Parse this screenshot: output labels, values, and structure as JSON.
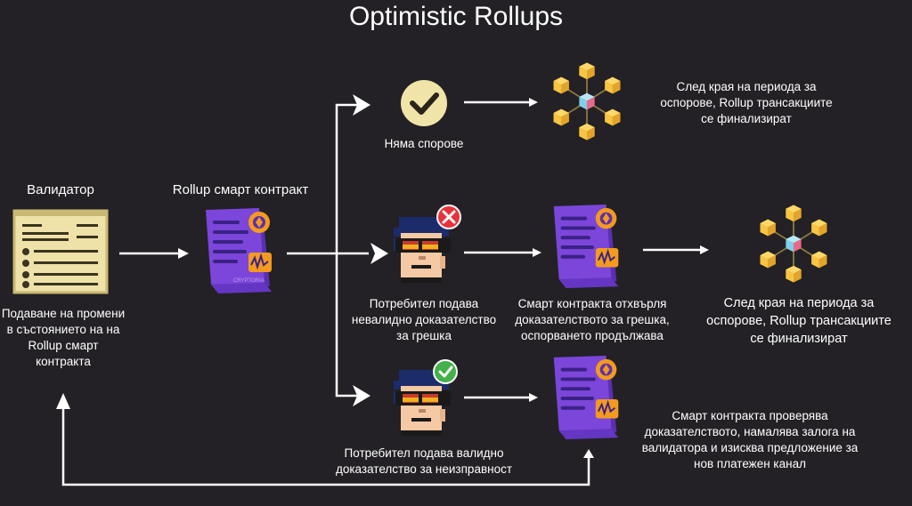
{
  "title": "Optimistic Rollups",
  "labels": {
    "validator": "Валидатор",
    "rollup_contract": "Rollup смарт контракт",
    "validator_submit": [
      "Подаване на промени",
      "в състоянието на  на",
      "Rollup смарт",
      "контракта"
    ],
    "no_disputes": "Няма спорове",
    "finalize_top": [
      "След края на периода за",
      "оспорове, Rollup трансакциите",
      "се финализират"
    ],
    "invalid_proof": [
      "Потребител подава",
      "невалидно доказателство",
      "за грешка"
    ],
    "contract_rejects": [
      "Смарт контракта отхвърля",
      "доказателството за грешка,",
      "оспорването продължава"
    ],
    "finalize_mid": [
      "След края на периода за",
      "оспорове, Rollup трансакциите",
      "се финализират"
    ],
    "valid_proof": [
      "Потребител подава валидно",
      "доказателство за неизправност"
    ],
    "contract_verifies": [
      "Смарт контракта проверява",
      "доказателството, намалява залога на",
      "валидатора и изисква предложение за",
      "нов платежен канал"
    ],
    "contract_brand": "CRYPTORIA"
  },
  "colors": {
    "background": "#232125",
    "doc_fill": "#efe2a8",
    "check_circle": "#f1e4a8",
    "contract_purple": "#7b46d9",
    "contract_orange": "#f39a1f",
    "cube_yellow": "#f6c544",
    "cube_blue": "#7fd0e8",
    "error_red": "#e8323a",
    "ok_green": "#43b04a",
    "punk_skin": "#f4c9a3"
  },
  "icons": [
    "document-icon",
    "smart-contract-icon",
    "checkmark-icon",
    "cube-network-icon",
    "punk-avatar-icon",
    "error-badge-icon",
    "success-badge-icon"
  ]
}
